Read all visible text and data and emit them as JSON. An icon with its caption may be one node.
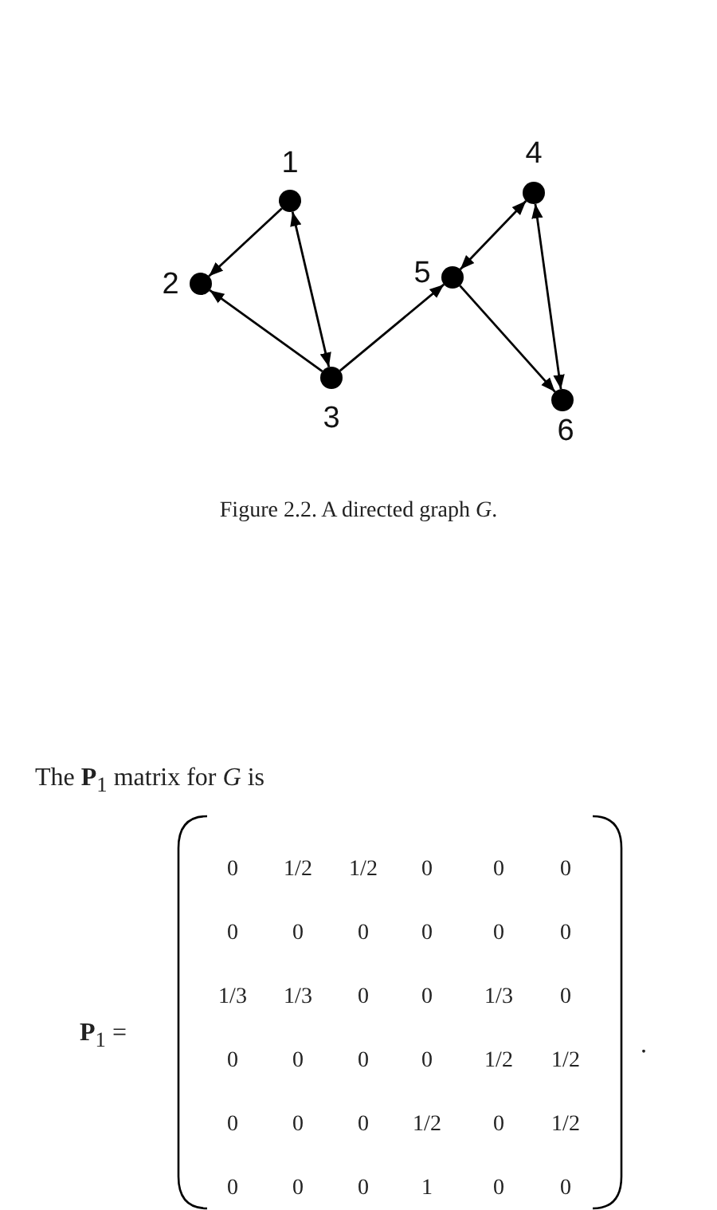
{
  "diagram": {
    "caption": "Figure 2.2. A directed graph *G*.",
    "nodes": [
      {
        "text": [],
        "shape": "circle",
        "beside": [
          "1"
        ]
      },
      {
        "text": [],
        "shape": "circle",
        "beside": [
          "2"
        ]
      },
      {
        "text": [],
        "shape": "circle",
        "beside": [
          "3"
        ]
      },
      {
        "text": [],
        "shape": "circle",
        "beside": [
          "4"
        ]
      },
      {
        "text": [],
        "shape": "circle",
        "beside": [
          "5"
        ]
      },
      {
        "text": [],
        "shape": "circle",
        "beside": [
          "6"
        ]
      }
    ],
    "edges": [
      {
        "from": 0,
        "to": 1,
        "arrow": "to"
      },
      {
        "from": 0,
        "to": 2,
        "arrow": "both"
      },
      {
        "from": 2,
        "to": 1,
        "arrow": "to"
      },
      {
        "from": 2,
        "to": 4,
        "arrow": "to"
      },
      {
        "from": 4,
        "to": 3,
        "arrow": "both"
      },
      {
        "from": 4,
        "to": 5,
        "arrow": "to"
      },
      {
        "from": 3,
        "to": 5,
        "arrow": "both"
      }
    ],
    "labels": [
      "The **P**$_{1}$ matrix for *G* is",
      "**P**$_{1}$ =",
      "0",
      "1/2",
      "1/2",
      "0",
      "0",
      "0",
      "0",
      "0",
      "0",
      "0",
      "0",
      "0",
      "1/3",
      "1/3",
      "0",
      "0",
      "1/3",
      "0",
      "0",
      "0",
      "0",
      "0",
      "1/2",
      "1/2",
      "0",
      "0",
      "0",
      "1/2",
      "0",
      "1/2",
      "0",
      "0",
      "0",
      "1",
      "0",
      "0",
      "."
    ]
  }
}
